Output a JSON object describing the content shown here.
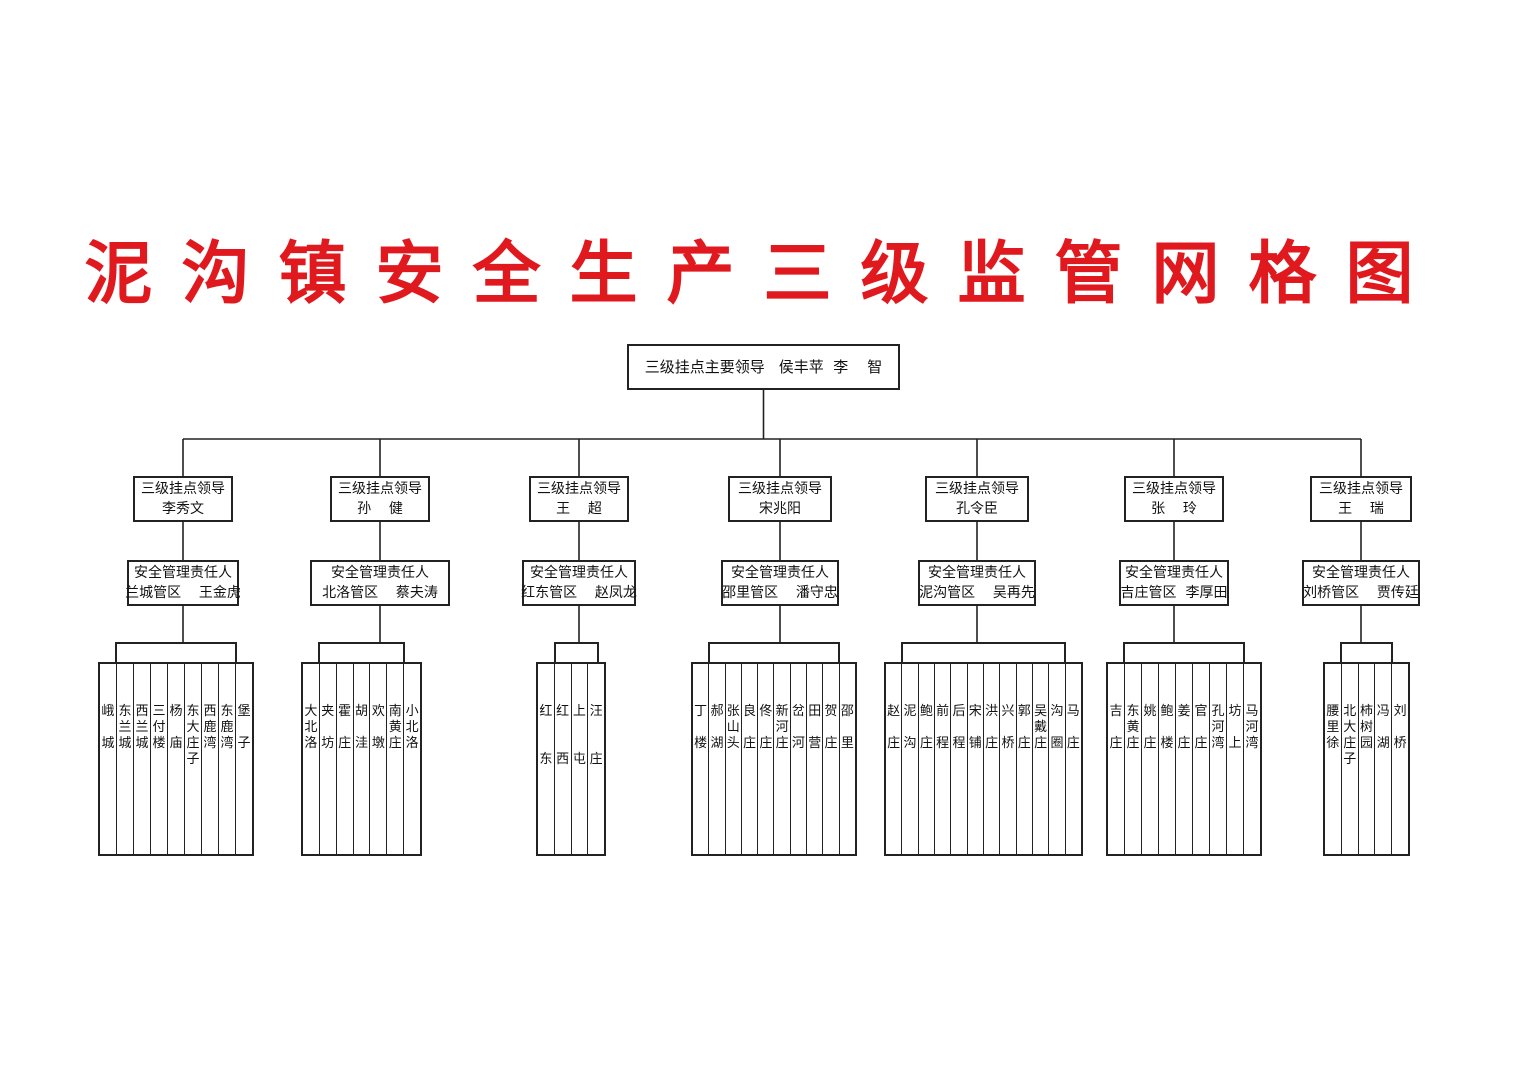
{
  "title": "泥沟镇安全生产三级监管网格图",
  "top": {
    "label": "三级挂点主要领导",
    "names": "侯丰苹  李    智"
  },
  "branches": [
    {
      "leader_label": "三级挂点领导",
      "leader": "李秀文",
      "manager_label": "安全管理责任人",
      "manager": "兰城管区    王金虎",
      "villages": [
        "峨\n\n城",
        "东\n兰\n城",
        "西\n兰\n城",
        "三\n付\n楼",
        "杨\n\n庙",
        "东\n大\n庄\n子",
        "西\n鹿\n湾",
        "东\n鹿\n湾",
        "堡\n\n子"
      ]
    },
    {
      "leader_label": "三级挂点领导",
      "leader": "孙    健",
      "manager_label": "安全管理责任人",
      "manager": "北洛管区    蔡夫涛",
      "villages": [
        "大\n北\n洛",
        "夹\n\n坊",
        "霍\n\n庄",
        "胡\n\n洼",
        "欢\n\n墩",
        "南\n黄\n庄",
        "小\n北\n洛"
      ]
    },
    {
      "leader_label": "三级挂点领导",
      "leader": "王    超",
      "manager_label": "安全管理责任人",
      "manager": "红东管区    赵凤龙",
      "villages": [
        "红\n\n\n东",
        "红\n\n\n西",
        "上\n\n\n屯",
        "汪\n\n\n庄"
      ]
    },
    {
      "leader_label": "三级挂点领导",
      "leader": "宋兆阳",
      "manager_label": "安全管理责任人",
      "manager": "邵里管区    潘守忠",
      "villages": [
        "丁\n\n楼",
        "郝\n\n湖",
        "张\n山\n头",
        "良\n\n庄",
        "佟\n\n庄",
        "新\n河\n庄",
        "岔\n\n河",
        "田\n\n营",
        "贺\n\n庄",
        "邵\n\n里"
      ]
    },
    {
      "leader_label": "三级挂点领导",
      "leader": "孔令臣",
      "manager_label": "安全管理责任人",
      "manager": "泥沟管区    吴再先",
      "villages": [
        "赵\n\n庄",
        "泥\n\n沟",
        "鲍\n\n庄",
        "前\n\n程",
        "后\n\n程",
        "宋\n\n铺",
        "洪\n\n庄",
        "兴\n\n桥",
        "郭\n\n庄",
        "吴\n戴\n庄",
        "沟\n\n圈",
        "马\n\n庄"
      ]
    },
    {
      "leader_label": "三级挂点领导",
      "leader": "张    玲",
      "manager_label": "安全管理责任人",
      "manager": "吉庄管区  李厚田",
      "villages": [
        "吉\n\n庄",
        "东\n黄\n庄",
        "姚\n\n庄",
        "鲍\n\n楼",
        "姜\n\n庄",
        "官\n\n庄",
        "孔\n河\n湾",
        "坊\n\n上",
        "马\n河\n湾"
      ]
    },
    {
      "leader_label": "三级挂点领导",
      "leader": "王    瑞",
      "manager_label": "安全管理责任人",
      "manager": "刘桥管区    贾传廷",
      "villages": [
        "腰\n里\n徐",
        "北\n大\n庄\n子",
        "柿\n树\n园",
        "冯\n\n湖",
        "刘\n\n桥"
      ]
    }
  ]
}
